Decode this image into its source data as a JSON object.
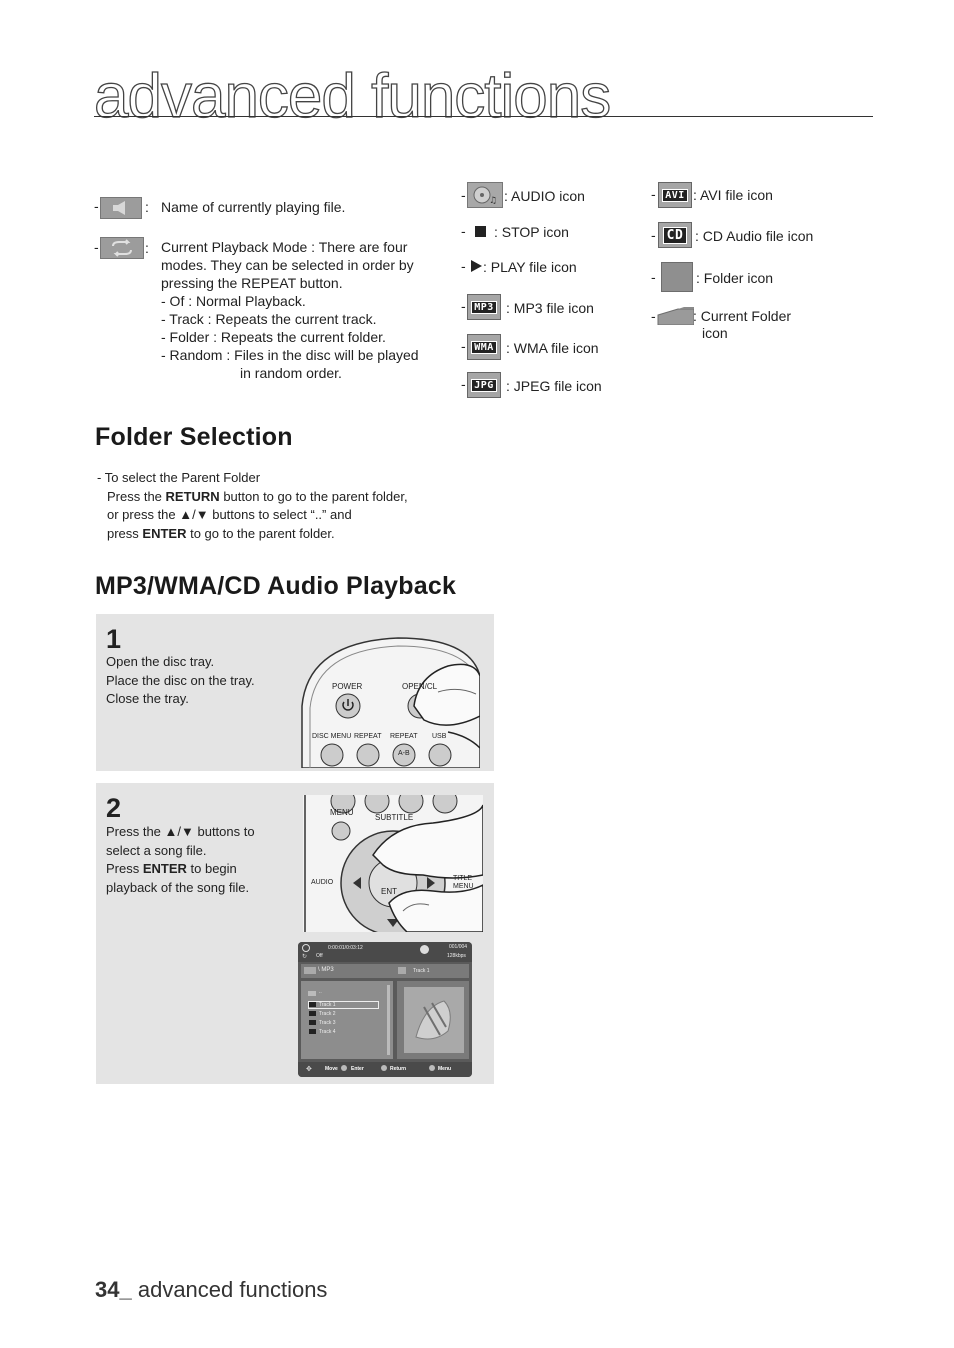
{
  "header": {
    "title": "advanced functions"
  },
  "legend_left": [
    {
      "icon": "speaker-icon",
      "sep": ":",
      "text": "Name of currently playing file."
    },
    {
      "icon": "repeat-icon",
      "sep": ":",
      "lines": [
        "Current Playback Mode : There are four",
        "modes. They can be selected in order by",
        "pressing the REPEAT button.",
        "- Of : Normal Playback.",
        "- Track : Repeats the current track.",
        "- Folder : Repeats the current folder.",
        "- Random : Files in the disc will be played",
        "in random order."
      ]
    }
  ],
  "legend_mid": [
    {
      "icon": "audio-icon",
      "text": ": AUDIO icon"
    },
    {
      "icon": "stop-icon",
      "text": ": STOP icon"
    },
    {
      "icon": "play-icon",
      "text": ": PLAY file icon"
    },
    {
      "icon": "mp3-file-icon",
      "badge": "MP3",
      "text": ": MP3 file icon"
    },
    {
      "icon": "wma-file-icon",
      "badge": "WMA",
      "text": ": WMA file icon"
    },
    {
      "icon": "jpeg-file-icon",
      "badge": "JPG",
      "text": ": JPEG file icon"
    }
  ],
  "legend_right": [
    {
      "icon": "avi-file-icon",
      "badge": "AVI",
      "text": ": AVI file icon"
    },
    {
      "icon": "cd-audio-file-icon",
      "badge": "CD",
      "text": ": CD Audio file icon"
    },
    {
      "icon": "folder-icon",
      "text": ": Folder icon"
    },
    {
      "icon": "current-folder-icon",
      "text": ": Current Folder",
      "text2": "icon"
    }
  ],
  "folder_selection": {
    "heading": "Folder Selection",
    "item_title": "To select the Parent Folder",
    "l1_pre": "Press the ",
    "l1_key": "RETURN",
    "l1_post": " button to go to the parent folder,",
    "l2": "or press the ▲/▼ buttons to select “..” and",
    "l3_pre": "press ",
    "l3_key": "ENTER",
    "l3_post": " to go to the parent folder."
  },
  "playback": {
    "heading": "MP3/WMA/CD Audio Playback",
    "step1": {
      "num": "1",
      "lines": [
        "Open the disc tray.",
        "Place the disc on the tray.",
        "Close the tray."
      ],
      "remote": {
        "power": "POWER",
        "open_close": "OPEN/CL",
        "disc_menu": "DISC MENU",
        "repeat": "REPEAT",
        "repeat_ab": "REPEAT",
        "ab": "A-B",
        "usb": "USB"
      }
    },
    "step2": {
      "num": "2",
      "l1": "Press the ▲/▼ buttons to",
      "l2": "select a song file.",
      "l3_pre": "Press ",
      "l3_key": "ENTER",
      "l3_post": " to begin",
      "l4": "playback of the song file.",
      "remote": {
        "menu": "MENU",
        "subtitle": "SUBTITLE",
        "audio": "AUDIO",
        "enter": "ENT",
        "title": "TITLE",
        "title_menu": "MENU"
      },
      "osd": {
        "time": "0:00:01/0:03:12",
        "mode": "Off",
        "track_count": "001/004",
        "bitrate": "128kbps",
        "path": "\\ MP3",
        "now_playing": "Track 1",
        "parent": "..",
        "tracks": [
          "Track 1",
          "Track 2",
          "Track 3",
          "Track 4"
        ],
        "nav": [
          "Move",
          "Enter",
          "Return",
          "Menu"
        ]
      }
    }
  },
  "footer": {
    "page": "34",
    "sep": "_",
    "section": " advanced functions"
  }
}
